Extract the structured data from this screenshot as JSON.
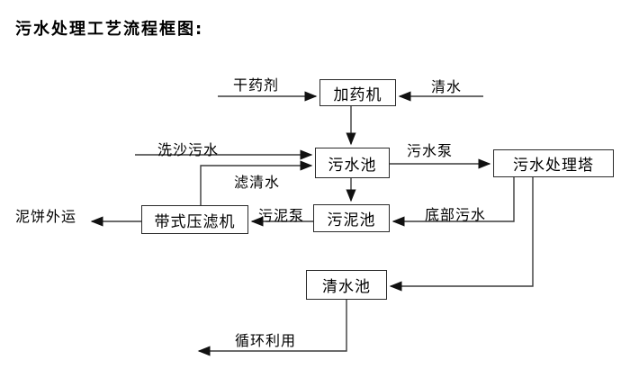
{
  "title": "污水处理工艺流程框图:",
  "nodes": {
    "dosing_machine": {
      "label": "加药机"
    },
    "sewage_pool": {
      "label": "污水池"
    },
    "treatment_tower": {
      "label": "污水处理塔"
    },
    "sludge_pool": {
      "label": "污泥池"
    },
    "belt_filter_press": {
      "label": "带式压滤机"
    },
    "clear_water_pool": {
      "label": "清水池"
    }
  },
  "flow_labels": {
    "dry_chemical": "干药剂",
    "clean_water": "清水",
    "sand_wash_sewage": "洗沙污水",
    "sewage_pump": "污水泵",
    "filtered_water": "滤清水",
    "sludge_pump": "污泥泵",
    "bottom_sewage": "底部污水",
    "mud_cake_out": "泥饼外运",
    "recycling": "循环利用"
  },
  "colors": {
    "background": "#ffffff",
    "line": "#3a3a3a",
    "arrowhead": "#111111",
    "text": "#000000",
    "box_border": "#2a2a2a"
  }
}
